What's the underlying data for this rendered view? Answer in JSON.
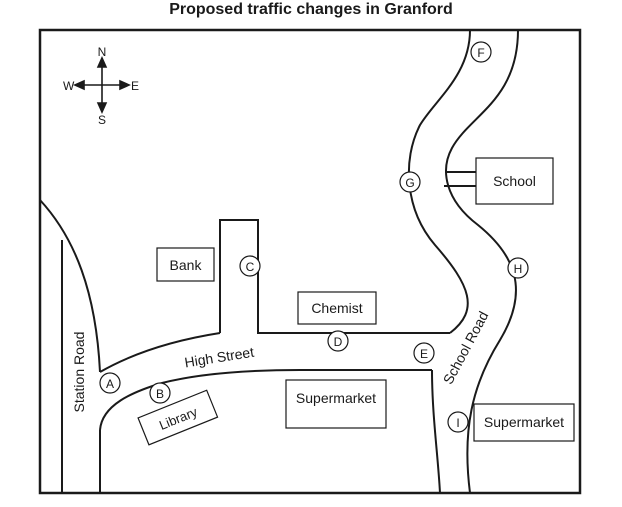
{
  "title": "Proposed traffic changes in Granford",
  "compass": {
    "n": "N",
    "s": "S",
    "e": "E",
    "w": "W"
  },
  "roads": {
    "station_road": "Station Road",
    "high_street": "High Street",
    "school_road": "School Road"
  },
  "buildings": {
    "bank": "Bank",
    "chemist": "Chemist",
    "school": "School",
    "supermarket_center": "Supermarket",
    "supermarket_right": "Supermarket",
    "library": "Library"
  },
  "points": {
    "a": "A",
    "b": "B",
    "c": "C",
    "d": "D",
    "e": "E",
    "f": "F",
    "g": "G",
    "h": "H",
    "i": "I"
  },
  "colors": {
    "ink": "#1a1a1a",
    "paper": "#ffffff"
  }
}
